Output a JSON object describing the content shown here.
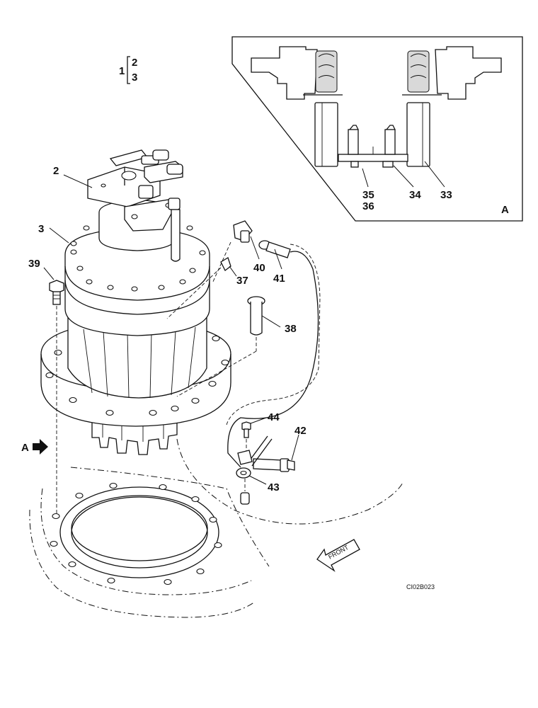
{
  "assembly_bracket": {
    "main": "1",
    "sub_a": "2",
    "sub_b": "3"
  },
  "callouts": {
    "p2": "2",
    "p3": "3",
    "p33": "33",
    "p34": "34",
    "p35": "35",
    "p36": "36",
    "p37": "37",
    "p38": "38",
    "p39": "39",
    "p40": "40",
    "p41": "41",
    "p42": "42",
    "p43": "43",
    "p44": "44"
  },
  "detail_view_label": "A",
  "view_arrow_label": "A",
  "front_arrow_label": "FRONT",
  "drawing_code": "CI02B023"
}
